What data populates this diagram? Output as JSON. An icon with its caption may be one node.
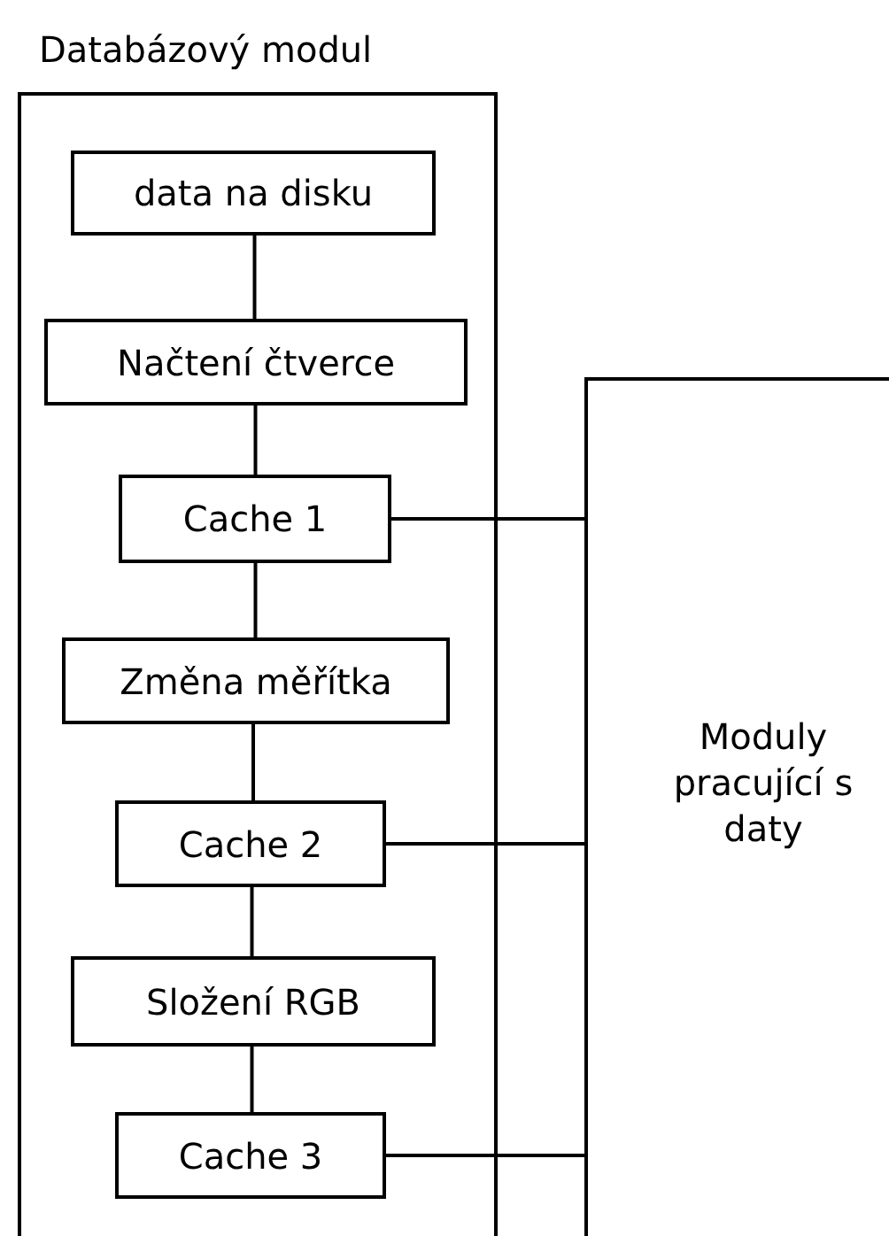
{
  "diagram": {
    "nodes": [
      {
        "text": [
          "Databázový modul"
        ]
      },
      {
        "text": [
          "data na disku"
        ],
        "in": 0
      },
      {
        "text": [
          "Načtení čtverce"
        ],
        "in": 0
      },
      {
        "text": [
          "Cache 1"
        ],
        "in": 0
      },
      {
        "text": [
          "Změna měřítka"
        ],
        "in": 0
      },
      {
        "text": [
          "Cache 2"
        ],
        "in": 0
      },
      {
        "text": [
          "Složení RGB"
        ],
        "in": 0
      },
      {
        "text": [
          "Cache 3"
        ],
        "in": 0
      },
      {
        "text": [
          "Moduly pracující s daty"
        ]
      }
    ],
    "edges": [
      {
        "from": 1,
        "to": 2,
        "arrow": "none"
      },
      {
        "from": 2,
        "to": 3,
        "arrow": "none"
      },
      {
        "from": 3,
        "to": 4,
        "arrow": "none"
      },
      {
        "from": 4,
        "to": 5,
        "arrow": "none"
      },
      {
        "from": 5,
        "to": 6,
        "arrow": "none"
      },
      {
        "from": 6,
        "to": 7,
        "arrow": "none"
      },
      {
        "from": 3,
        "to": 8,
        "arrow": "none"
      },
      {
        "from": 5,
        "to": 8,
        "arrow": "none"
      },
      {
        "from": 7,
        "to": 8,
        "arrow": "none"
      }
    ]
  }
}
